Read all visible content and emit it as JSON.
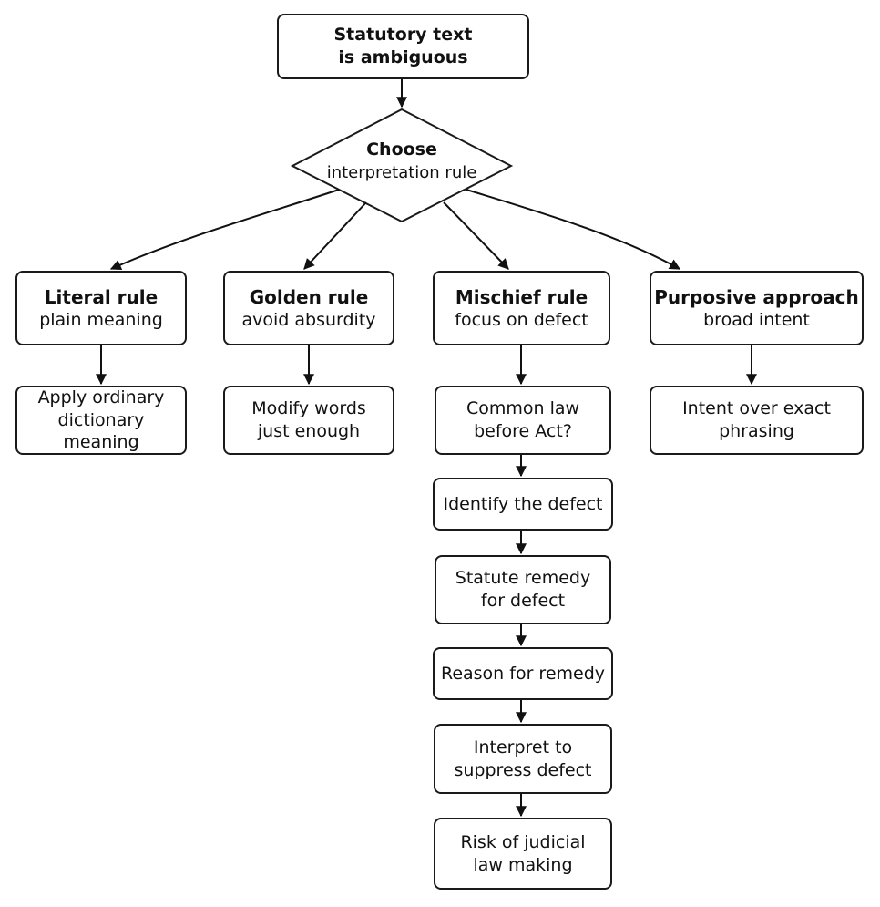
{
  "start": {
    "line1": "Statutory text",
    "line2": "is ambiguous"
  },
  "decision": {
    "line1": "Choose",
    "line2": "interpretation rule"
  },
  "rules": {
    "literal": {
      "title": "Literal rule",
      "subtitle": "plain meaning",
      "result_line1": "Apply ordinary",
      "result_line2": "dictionary meaning"
    },
    "golden": {
      "title": "Golden rule",
      "subtitle": "avoid absurdity",
      "result_line1": "Modify words",
      "result_line2": "just enough"
    },
    "mischief": {
      "title": "Mischief rule",
      "subtitle": "focus on defect"
    },
    "purposive": {
      "title": "Purposive approach",
      "subtitle": "broad intent",
      "result_line1": "Intent over exact",
      "result_line2": "phrasing"
    }
  },
  "mischief_steps": [
    {
      "line1": "Common law",
      "line2": "before Act?"
    },
    {
      "line1": "Identify the defect",
      "line2": ""
    },
    {
      "line1": "Statute remedy",
      "line2": "for defect"
    },
    {
      "line1": "Reason for remedy",
      "line2": ""
    },
    {
      "line1": "Interpret to",
      "line2": "suppress defect"
    },
    {
      "line1": "Risk of judicial",
      "line2": "law making"
    }
  ]
}
